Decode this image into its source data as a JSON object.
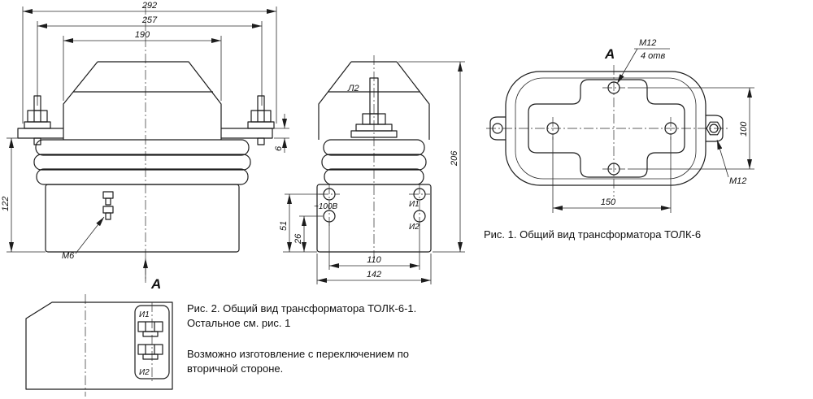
{
  "fig1": {
    "caption": "Рис. 1. Общий вид трансформатора ТОЛК-6",
    "front": {
      "dim_width_overall": "292",
      "dim_width_bolts": "257",
      "dim_width_top": "190",
      "dim_height_lower": "122",
      "dim_bracket_thickness": "6",
      "bolt_label": "М6",
      "view_label": "А"
    },
    "side": {
      "terminal_primary": "Л2",
      "dim_height": "206",
      "dim_terminal_upper": "51",
      "dim_terminal_lower": "26",
      "voltage_label": "~100В",
      "terminal_i1": "И1",
      "terminal_i2": "И2",
      "dim_terminal_spacing": "110",
      "dim_base_width": "142"
    },
    "top": {
      "view_label": "А",
      "thread_label": "М12",
      "holes_note": "4 отв",
      "dim_holes_vertical": "100",
      "bolt_label": "М12",
      "dim_holes_horizontal": "150"
    }
  },
  "fig2": {
    "caption_line1": "Рис. 2. Общий вид трансформатора ТОЛК-6-1.",
    "caption_line2": "Остальное см. рис. 1",
    "note_line1": "Возможно изготовление с переключением по",
    "note_line2": "вторичной стороне.",
    "terminal_i1": "И1",
    "terminal_i2": "И2"
  }
}
